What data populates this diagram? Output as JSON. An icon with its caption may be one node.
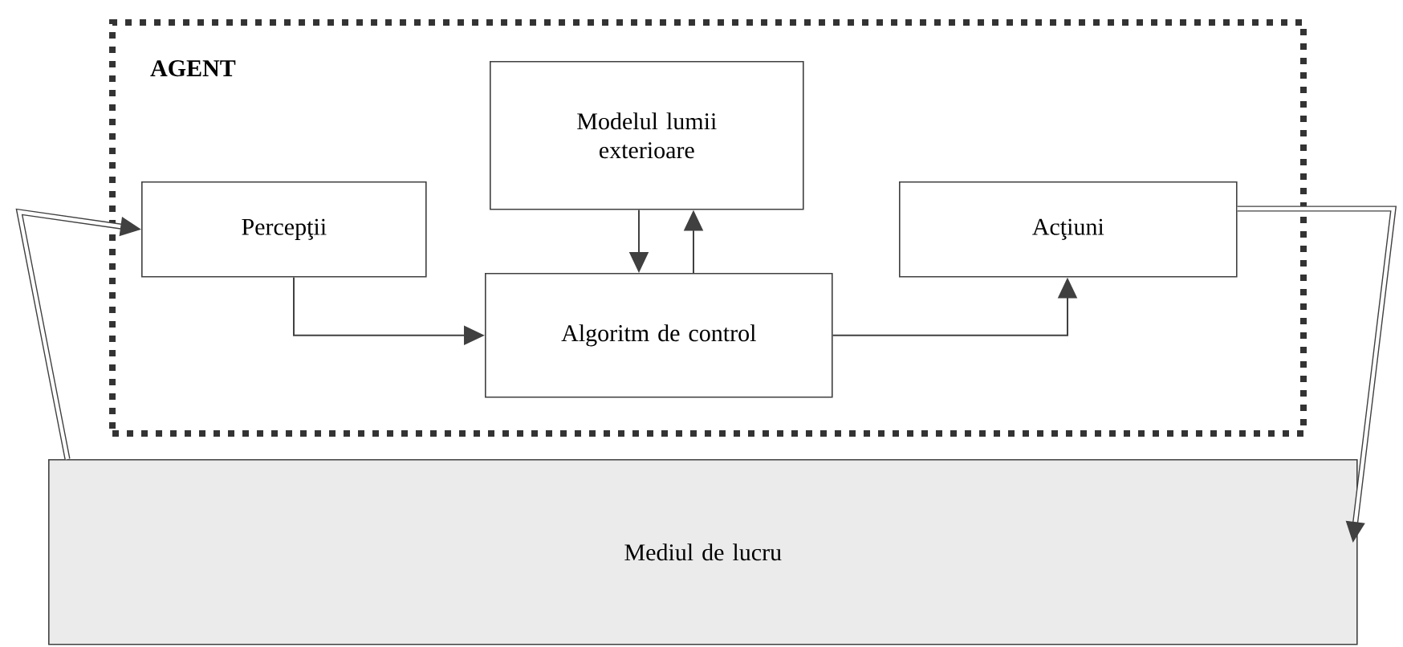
{
  "diagram": {
    "nodes": [
      {
        "text": [
          "AGENT"
        ]
      },
      {
        "text": [
          "Modelul lumii exterioare"
        ],
        "in": 0
      },
      {
        "text": [
          "Percepţii"
        ],
        "in": 0
      },
      {
        "text": [
          "Acţiuni"
        ],
        "in": 0
      },
      {
        "text": [
          "Algoritm de control"
        ],
        "in": 0
      },
      {
        "text": [
          "Mediul de lucru"
        ]
      }
    ],
    "edges": [
      {
        "from": 5,
        "to": 2,
        "arrow": "to",
        "style": "thick"
      },
      {
        "from": 2,
        "to": 4,
        "arrow": "to"
      },
      {
        "from": 1,
        "to": 4,
        "arrow": "to"
      },
      {
        "from": 4,
        "to": 1,
        "arrow": "to"
      },
      {
        "from": 4,
        "to": 3,
        "arrow": "to"
      },
      {
        "from": 3,
        "to": 5,
        "arrow": "to",
        "style": "thick"
      }
    ]
  }
}
